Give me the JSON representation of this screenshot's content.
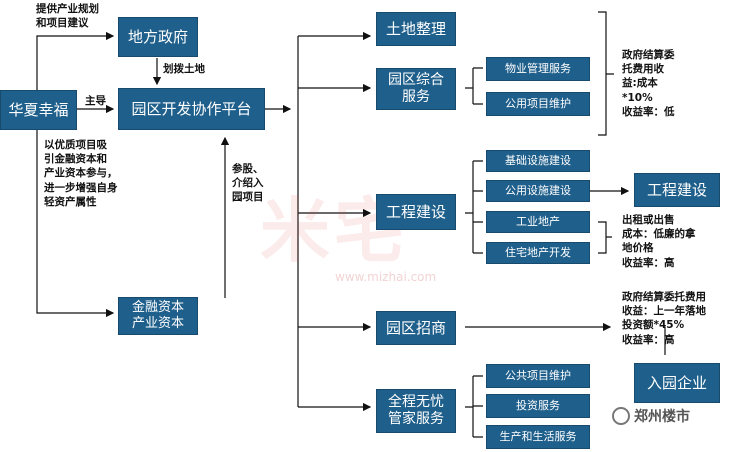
{
  "nodes": {
    "huaxia": "华夏幸福",
    "local_gov": "地方政府",
    "platform": "园区开发协作平台",
    "finance": "金融资本\n产业资本",
    "land": "土地整理",
    "park_services": "园区综合\n服务",
    "property_mgmt": "物业管理服务",
    "public_maint_1": "公用项目维护",
    "engineering": "工程建设",
    "infra": "基础设施建设",
    "public_build": "公用设施建设",
    "industrial_re": "工业地产",
    "residential_re": "住宅地产开发",
    "engineering_out": "工程建设",
    "investment": "园区招商",
    "butler": "全程无忧\n管家服务",
    "public_maint_2": "公共项目维护",
    "invest_service": "投资服务",
    "life_service": "生产和生活服务",
    "enterprise": "入园企业"
  },
  "edge_labels": {
    "plan": "提供产业规划\n和项目建议",
    "allocate_land": "划拨土地",
    "lead": "主导",
    "attract_capital": "以优质项目吸\n引金融资本和\n产业资本参与，\n进一步增强自身\n轻资产属性",
    "equity": "参股、\n介绍入\n园项目"
  },
  "notes": {
    "gov_fee": "政府结算委\n托费用收\n益:成本\n*10%\n收益率：低",
    "rent_sale": "出租或出售\n成本：低廉的拿\n地价格\n收益率：高",
    "invest_fee": "政府结算委托费用\n收益：上一年落地\n投资额*45%\n收益率：高"
  },
  "watermark": {
    "logo": "米宅",
    "url": "www.mizhai.com"
  },
  "badge": "郑州楼市"
}
